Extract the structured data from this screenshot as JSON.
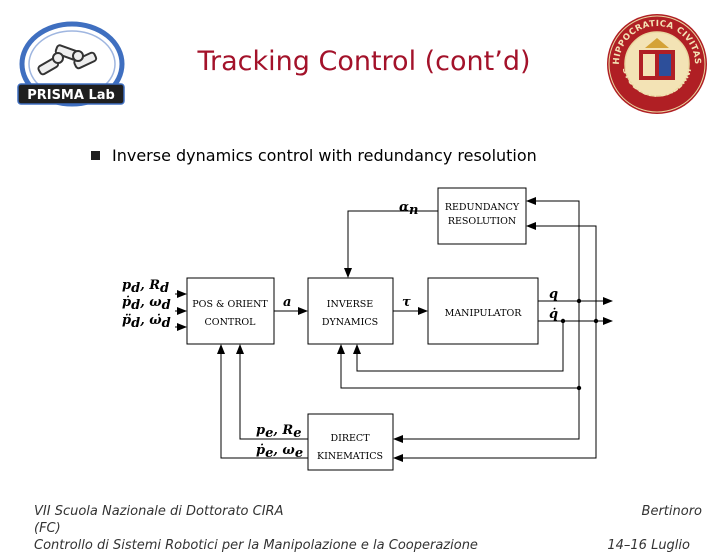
{
  "slide": {
    "title": "Tracking Control (cont’d)",
    "bullet": "Inverse dynamics control with redundancy resolution"
  },
  "logo_left": {
    "label": "PRISMA Lab"
  },
  "logo_right": {
    "text_top": "HIPPOCRATICA CIVITAS",
    "text_bottom": "STUDIUM SALERNI"
  },
  "diagram": {
    "blocks": {
      "redundancy_l1": "REDUNDANCY",
      "redundancy_l2": "RESOLUTION",
      "posorient_l1": "POS & ORIENT",
      "posorient_l2": "CONTROL",
      "inverse_l1": "INVERSE",
      "inverse_l2": "DYNAMICS",
      "manipulator": "MANIPULATOR",
      "direct_l1": "DIRECT",
      "direct_l2": "KINEMATICS"
    },
    "signals": {
      "alpha": "α",
      "alpha_sub": "n",
      "a": "a",
      "tau": "τ",
      "q": "q",
      "qdot": "q̇",
      "in1": "p",
      "in1_sub": "d",
      "in1b": ", R",
      "in1b_sub": "d",
      "in2": "ṗ",
      "in2_sub": "d",
      "in2b": ", ω",
      "in2b_sub": "d",
      "in3": "p̈",
      "in3_sub": "d",
      "in3b": ", ω̇",
      "in3b_sub": "d",
      "fb1": "p",
      "fb1_sub": "e",
      "fb1b": ", R",
      "fb1b_sub": "e",
      "fb2": "ṗ",
      "fb2_sub": "e",
      "fb2b": ", ω",
      "fb2b_sub": "e"
    }
  },
  "footer": {
    "left_line1": "VII Scuola Nazionale di Dottorato CIRA",
    "left_line2": "(FC)",
    "left_line3": "Controllo di Sistemi Robotici per la Manipolazione e la Cooperazione",
    "right_line1": "Bertinoro",
    "right_line3": "14–16 Luglio"
  }
}
